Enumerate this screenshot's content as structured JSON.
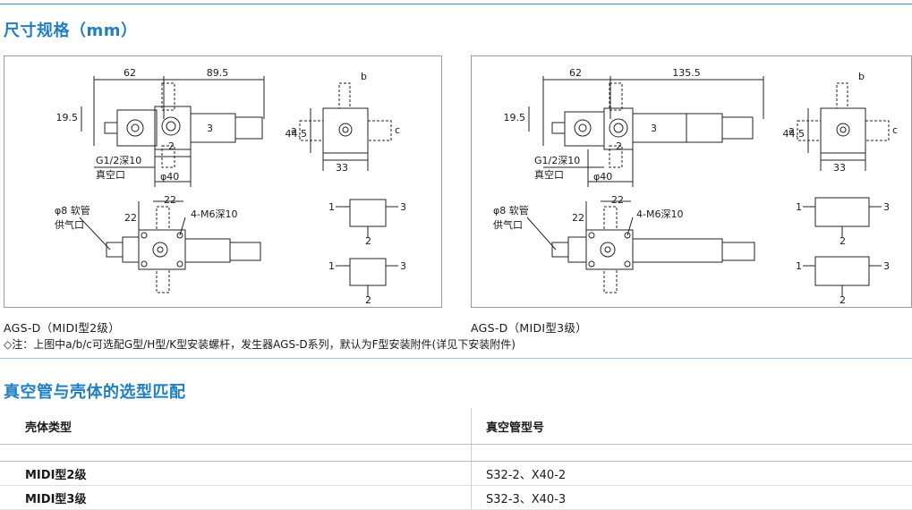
{
  "section1": {
    "title": "尺寸规格（mm）"
  },
  "drawing_left": {
    "dims": {
      "d1": "62",
      "d2": "89.5",
      "h": "19.5",
      "port2": "2",
      "port3": "3",
      "thread": "G1/2深10",
      "vac": "真空口",
      "phi40": "φ40",
      "w22": "22",
      "h22": "22",
      "hose": "φ8 软管",
      "supply": "供气口",
      "holes": "4-M6深10",
      "b": "b",
      "a": "a",
      "c": "c",
      "h445": "44.5",
      "w33": "33",
      "s1": "1",
      "s3": "3",
      "s2": "2"
    },
    "caption": "AGS-D（MIDI型2级）"
  },
  "drawing_right": {
    "dims": {
      "d1": "62",
      "d2": "135.5",
      "h": "19.5",
      "port2": "2",
      "port3": "3",
      "thread": "G1/2深10",
      "vac": "真空口",
      "phi40": "φ40",
      "w22": "22",
      "h22": "22",
      "hose": "φ8 软管",
      "supply": "供气口",
      "holes": "4-M6深10",
      "b": "b",
      "a": "a",
      "c": "c",
      "h445": "44.5",
      "w33": "33",
      "s1": "1",
      "s3": "3",
      "s2": "2"
    },
    "caption": "AGS-D（MIDI型3级）"
  },
  "note": "◇注：上图中a/b/c可选配G型/H型/K型安装螺杆，发生器AGS-D系列，默认为F型安装附件(详见下安装附件)",
  "section2": {
    "title": "真空管与壳体的选型匹配",
    "table": {
      "headers": [
        "壳体类型",
        "真空管型号"
      ],
      "rows": [
        [
          "MIDI型2级",
          "S32-2、X40-2"
        ],
        [
          "MIDI型3级",
          "S32-3、X40-3"
        ]
      ]
    }
  }
}
